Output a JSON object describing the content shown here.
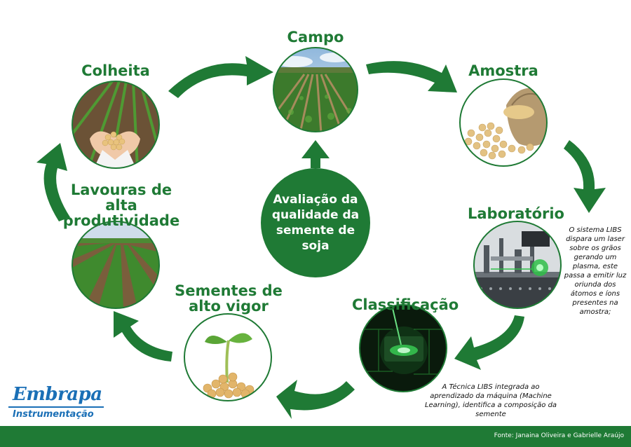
{
  "center_label": "Avaliação da qualidade da semente de soja",
  "stages": {
    "campo": "Campo",
    "amostra": "Amostra",
    "laboratorio": "Laboratório",
    "classificacao": "Classificação",
    "sementes": "Sementes de alto vigor",
    "lavouras": "Lavouras de alta produtividade",
    "colheita": "Colheita"
  },
  "notes": {
    "laboratorio": "O sistema LIBS dispara um laser sobre os grãos gerando um plasma, este passa a emitir luz oriunda dos átomos e íons presentes na amostra;",
    "classificacao": "A Técnica LIBS integrada ao aprendizado da máquina (Machine Learning), identifica a composição da semente"
  },
  "logo": {
    "name": "Embrapa",
    "unit": "Instrumentação"
  },
  "footer": {
    "credit": "Fonte: Janaina Oliveira e Gabrielle Araújo"
  },
  "colors": {
    "green": "#1f7a35",
    "logo_blue": "#1a6fb6"
  }
}
